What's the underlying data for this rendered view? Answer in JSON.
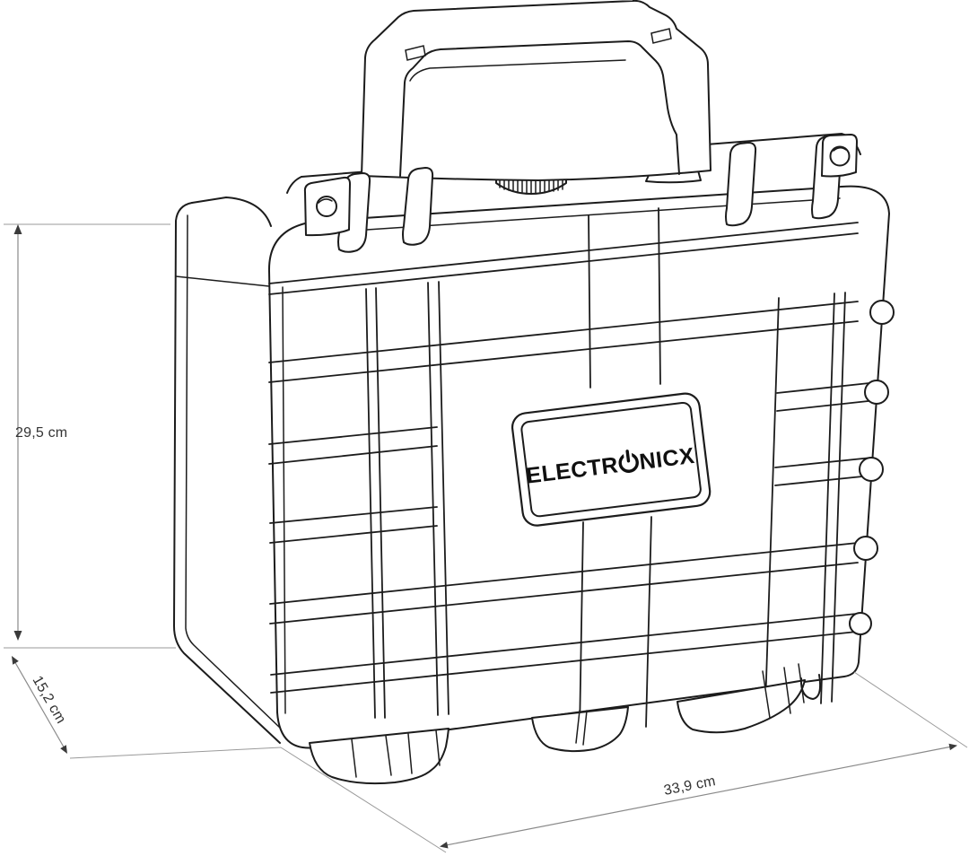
{
  "diagram": {
    "type": "product-dimension-line-drawing",
    "product": "hard protective flight case with ribbed shell, carry handle and two latches",
    "brand": {
      "full": "ELECTRONICX",
      "left_segment": "ELECTR",
      "right_segment": "NICX",
      "o_style": "power-symbol"
    },
    "dimensions": {
      "height_label": "29,5 cm",
      "depth_label": "15,2 cm",
      "width_label": "33,9 cm"
    },
    "colors": {
      "outline": "#1c1c1c",
      "dimension_line": "#8a8a8a",
      "label_text": "#333333",
      "background": "#ffffff"
    }
  }
}
